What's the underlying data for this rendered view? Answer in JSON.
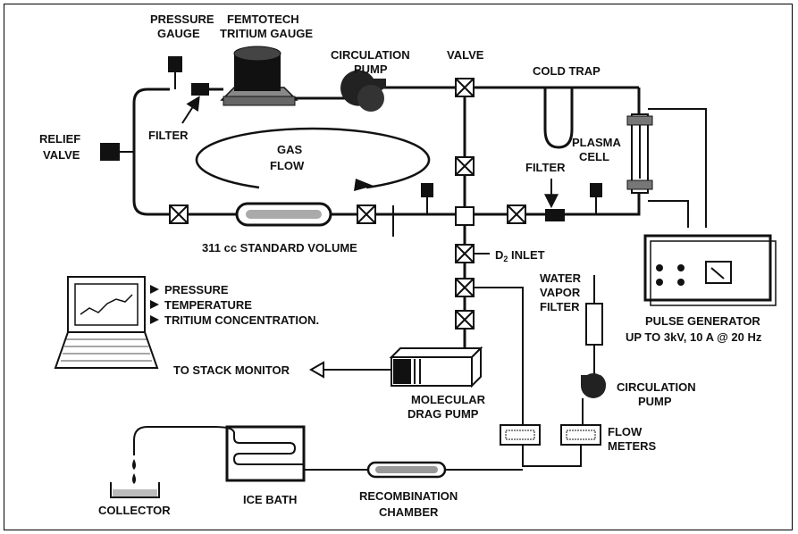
{
  "labels": {
    "pressure_gauge": [
      "PRESSURE",
      "GAUGE"
    ],
    "femtotech": [
      "FEMTOTECH",
      "TRITIUM GAUGE"
    ],
    "circulation_pump_top": [
      "CIRCULATION",
      "PUMP"
    ],
    "valve": "VALVE",
    "cold_trap": "COLD TRAP",
    "relief_valve": [
      "RELIEF",
      "VALVE"
    ],
    "filter_left": "FILTER",
    "gas_flow": [
      "GAS",
      "FLOW"
    ],
    "filter_right": "FILTER",
    "plasma_cell": [
      "PLASMA",
      "CELL"
    ],
    "standard_volume": "311 cc STANDARD VOLUME",
    "d2_inlet_prefix": "D",
    "d2_inlet_sub": "2",
    "d2_inlet_suffix": " INLET",
    "water_vapor_filter": [
      "WATER",
      "VAPOR",
      "FILTER"
    ],
    "pulse_generator": [
      "PULSE GENERATOR",
      "UP TO 3kV, 10 A @ 20 Hz"
    ],
    "monitor_lines": [
      "PRESSURE",
      "TEMPERATURE",
      "TRITIUM CONCENTRATION."
    ],
    "to_stack_monitor": "TO STACK MONITOR",
    "molecular_drag_pump": [
      "MOLECULAR",
      "DRAG PUMP"
    ],
    "circulation_pump_bottom": [
      "CIRCULATION",
      "PUMP"
    ],
    "flow_meters": [
      "FLOW",
      "METERS"
    ],
    "collector": "COLLECTOR",
    "ice_bath": "ICE BATH",
    "recombination_chamber": [
      "RECOMBINATION",
      "CHAMBER"
    ]
  }
}
